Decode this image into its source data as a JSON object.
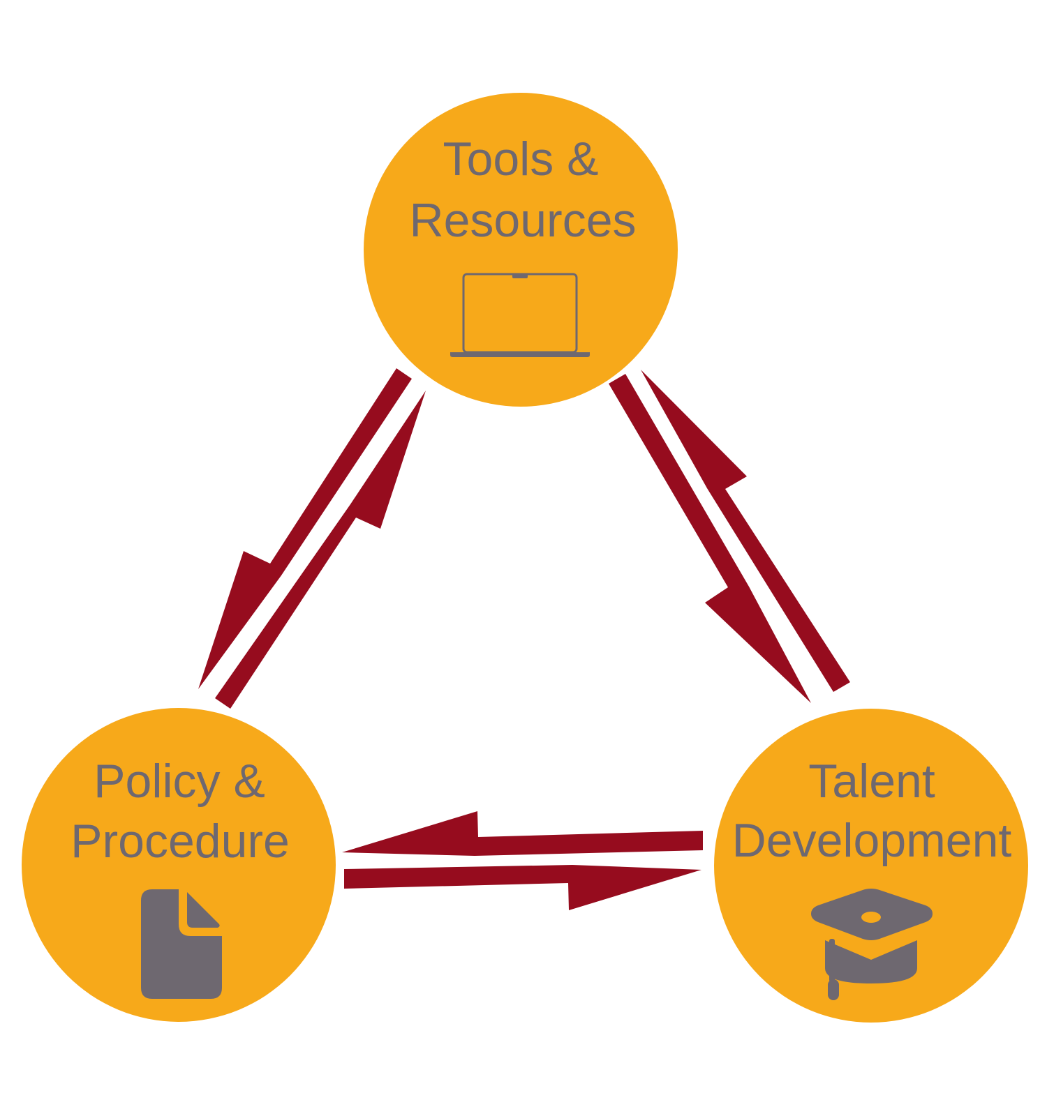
{
  "colors": {
    "node_fill": "#F7A91A",
    "text": "#6E6870",
    "arrow": "#960C1E",
    "background": "#FFFFFF"
  },
  "nodes": {
    "tools": {
      "line1": "Tools &",
      "line2": "Resources",
      "icon": "laptop-icon"
    },
    "policy": {
      "line1": "Policy &",
      "line2": "Procedure",
      "icon": "document-icon"
    },
    "talent": {
      "line1": "Talent",
      "line2": "Development",
      "icon": "graduation-cap-icon"
    }
  }
}
